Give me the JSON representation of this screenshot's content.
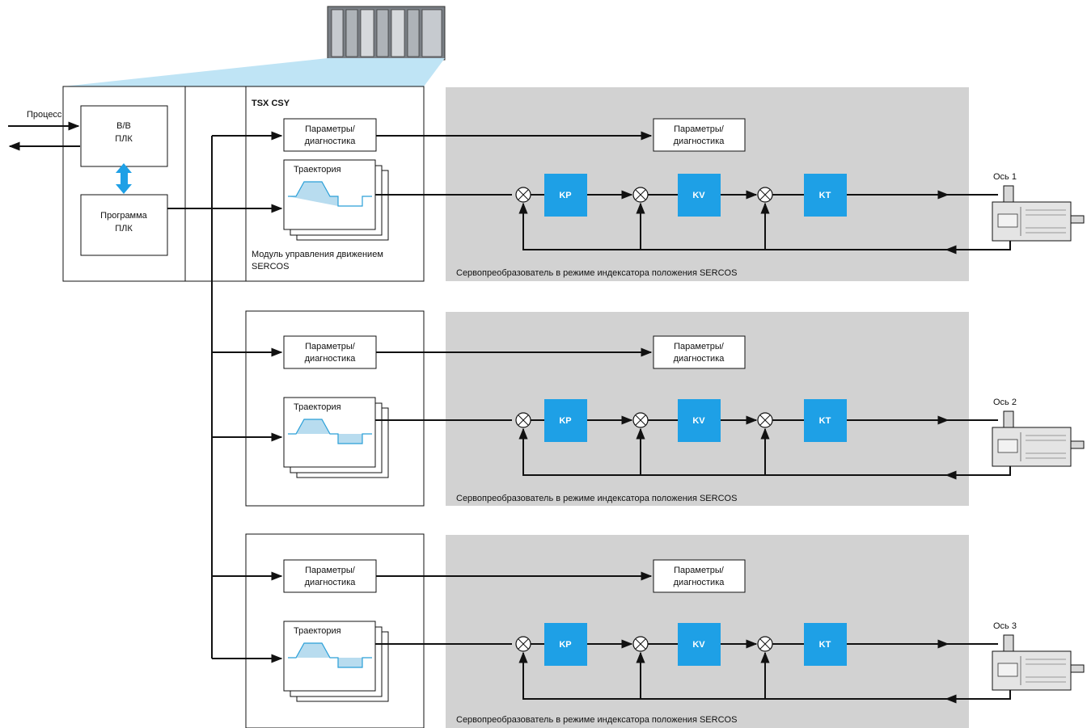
{
  "plc": {
    "process_label": "Процесс",
    "io_line1": "В/В",
    "io_line2": "ПЛК",
    "prog_line1": "Программа",
    "prog_line2": "ПЛК",
    "rack_name": "TSX CSY",
    "module_line1": "Модуль управления движением",
    "module_line2": "SERCOS"
  },
  "common": {
    "params_line1": "Параметры/",
    "params_line2": "диагностика",
    "trajectory": "Траектория",
    "kp": "KP",
    "kv": "KV",
    "kt": "KT",
    "servo_caption": "Сервопреобразователь в режиме индексатора положения SERCOS"
  },
  "axes": [
    {
      "label": "Ось 1"
    },
    {
      "label": "Ось 2"
    },
    {
      "label": "Ось 3"
    }
  ],
  "colors": {
    "accent_blue": "#1ea0e6",
    "panel_gray": "#d2d2d2",
    "light_blue": "#bfe4f5",
    "profile_fill": "#b8dcef",
    "profile_line": "#2a9fd8",
    "line": "#111111"
  }
}
